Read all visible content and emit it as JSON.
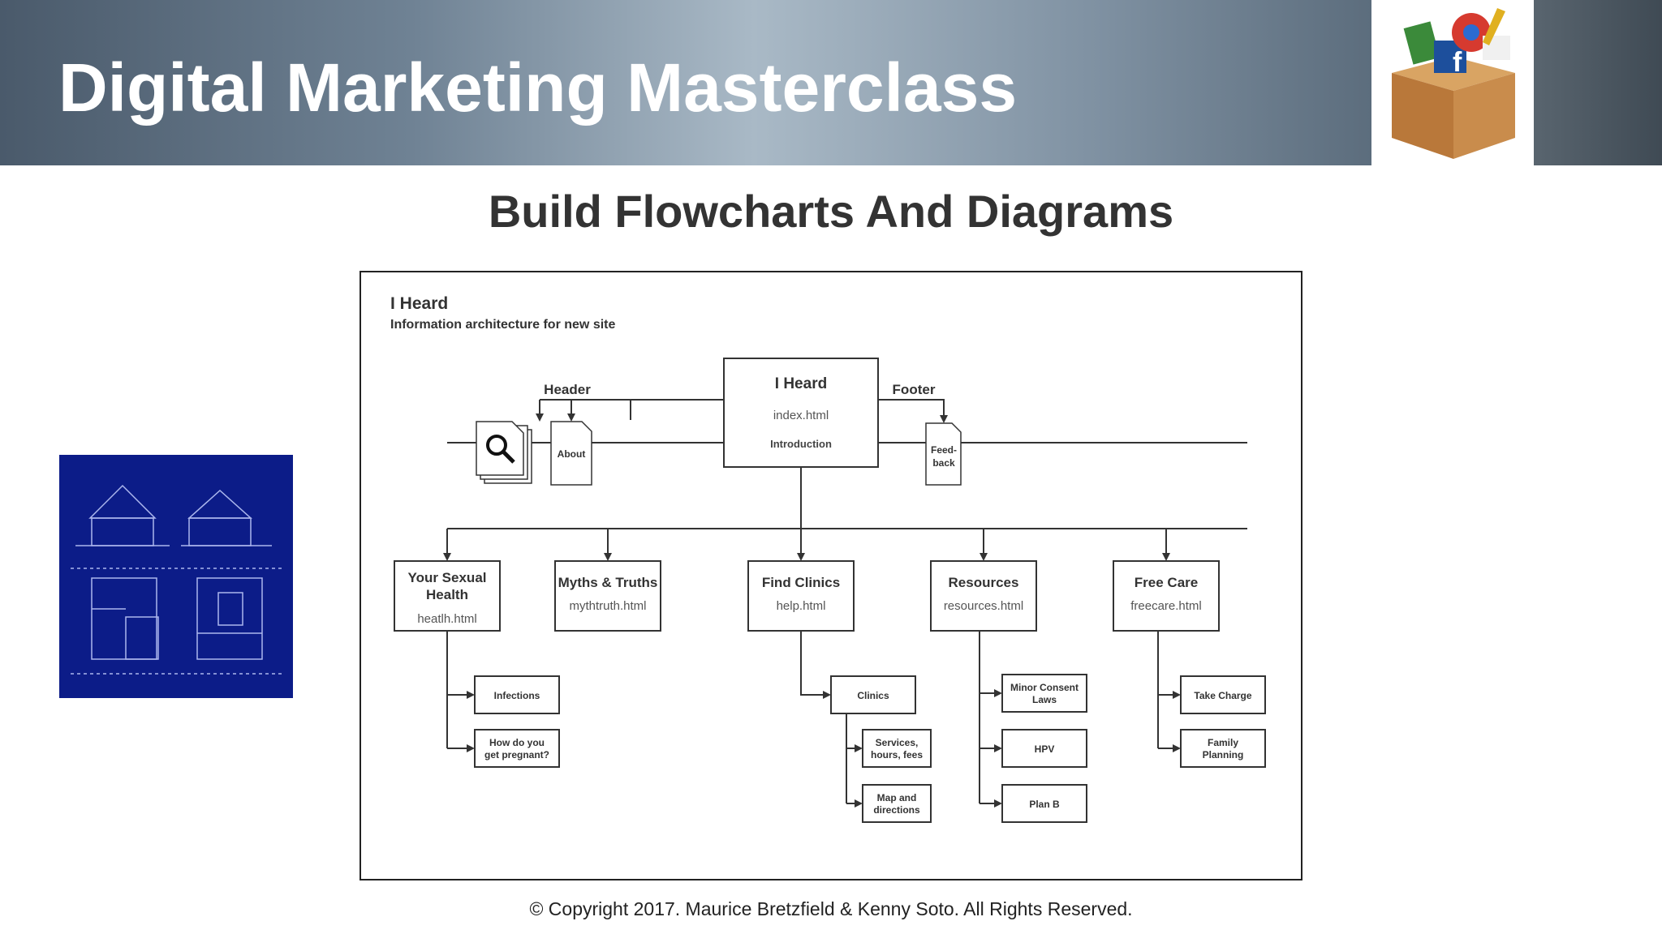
{
  "slide": {
    "title": "Digital Marketing Masterclass",
    "subtitle": "Build Flowcharts And Diagrams",
    "copyright": "© Copyright 2017. Maurice Bretzfield & Kenny Soto. All Rights Reserved."
  },
  "diagram": {
    "heading": "I Heard",
    "subheading": "Information architecture for new site",
    "root": {
      "name": "I Heard",
      "file": "index.html",
      "note": "Introduction"
    },
    "header_label": "Header",
    "footer_label": "Footer",
    "header_pages": [
      "About"
    ],
    "footer_pages": [
      "Feed-",
      "back"
    ],
    "sections": [
      {
        "name_lines": [
          "Your Sexual",
          "Health"
        ],
        "file": "heatlh.html",
        "children": [
          [
            "Infections"
          ],
          [
            "How do you",
            "get pregnant?"
          ]
        ]
      },
      {
        "name_lines": [
          "Myths & Truths"
        ],
        "file": "mythtruth.html",
        "children": []
      },
      {
        "name_lines": [
          "Find Clinics"
        ],
        "file": "help.html",
        "children": [
          [
            "Clinics"
          ],
          [
            "Services,",
            "hours, fees"
          ],
          [
            "Map and",
            "directions"
          ]
        ]
      },
      {
        "name_lines": [
          "Resources"
        ],
        "file": "resources.html",
        "children": [
          [
            "Minor Consent",
            "Laws"
          ],
          [
            "HPV"
          ],
          [
            "Plan B"
          ]
        ]
      },
      {
        "name_lines": [
          "Free Care"
        ],
        "file": "freecare.html",
        "children": [
          [
            "Take Charge"
          ],
          [
            "Family",
            "Planning"
          ]
        ]
      }
    ]
  },
  "colors": {
    "stroke": "#333333",
    "blueprint": "#0c1c88",
    "title_text": "#ffffff",
    "subtitle_text": "#333333"
  },
  "icons": {
    "logo": "social-media-box-icon",
    "search": "search-document-icon",
    "blueprint": "blueprint-image"
  }
}
